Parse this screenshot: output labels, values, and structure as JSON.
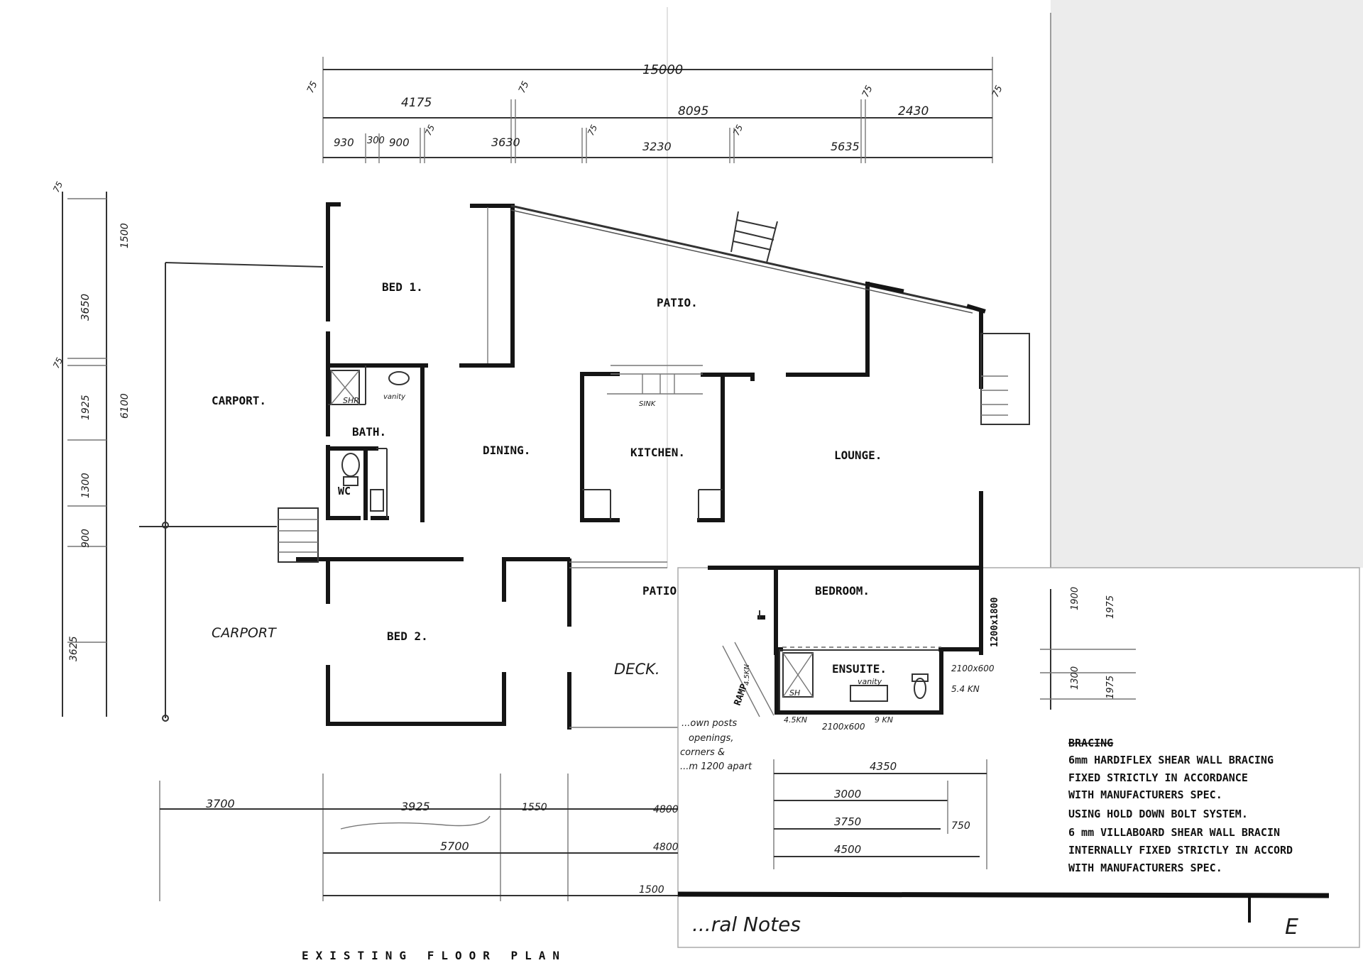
{
  "overall_dimension": "15000",
  "dims_top_upper": [
    "4175",
    "8095",
    "2430"
  ],
  "dims_top_lower": [
    "930",
    "300",
    "900",
    "3630",
    "3230",
    "5635"
  ],
  "wall_ticks": "75",
  "dims_left": [
    "1500",
    "3650",
    "6100",
    "1925",
    "1300",
    "900",
    "3625"
  ],
  "dims_bottom": [
    "3700",
    "3925",
    "1550",
    "5700"
  ],
  "dims_bottom_right": [
    "4800",
    "4800",
    "1500"
  ],
  "dims_addition_bottom": [
    "4350",
    "3000",
    "3750",
    "4500",
    "750"
  ],
  "dims_addition_right": [
    "1900",
    "1975",
    "1300",
    "1975"
  ],
  "rooms": {
    "bed1": "BED 1.",
    "patio_top": "PATIO.",
    "carport_top": "CARPORT.",
    "bath": "BATH.",
    "shr": "SHR",
    "vanity": "vanity",
    "wc": "WC",
    "dining": "DINING.",
    "kitchen": "KITCHEN.",
    "sink": "SINK",
    "lounge": "LOUNGE.",
    "carport_bottom": "CARPORT",
    "bed2": "BED 2.",
    "patio_bottom": "PATIO",
    "deck": "DECK.",
    "bedroom": "BEDROOM.",
    "ensuite": "ENSUITE.",
    "ensuite_shr": "SH",
    "ensuite_vanity": "vanity",
    "ramp": "RAMP",
    "window_1200_1800": "1200x1800",
    "window_2100_600_right": "2100x600",
    "window_2100_600_bottom": "2100x600",
    "kn_right": "5.4 KN",
    "kn_left": "4.5KN",
    "kn_bottom": "9 KN",
    "kn_small": "4.5KN"
  },
  "partial_notes": [
    "...own posts",
    "openings,",
    "corners &",
    "...m 1200 apart"
  ],
  "bracing_notes": {
    "heading": "BRACING",
    "lines": [
      "6mm HARDIFLEX SHEAR WALL BRACING",
      "FIXED STRICTLY IN ACCORDANCE",
      "WITH MANUFACTURERS SPEC.",
      "USING HOLD DOWN BOLT SYSTEM.",
      "6 mm VILLABOARD SHEAR WALL BRACIN",
      "INTERNALLY FIXED STRICTLY IN ACCORD",
      "WITH MANUFACTURERS SPEC."
    ]
  },
  "title_block": {
    "notes": "...ral Notes",
    "letter": "E"
  },
  "bottom_caption": "EXISTING FLOOR PLAN"
}
